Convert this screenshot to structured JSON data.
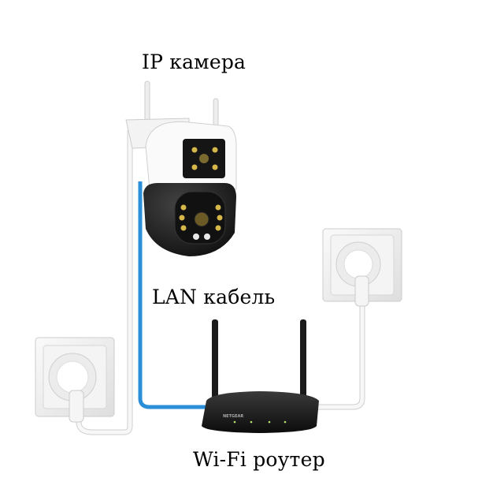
{
  "labels": {
    "camera": "IP камера",
    "cable": "LAN кабель",
    "router": "Wi-Fi роутер"
  },
  "router_brand": "NETGEAR",
  "colors": {
    "lan_cable": "#2a8fd8",
    "power_cable": "#f2f2f2",
    "device_dark": "#1a1a1a"
  }
}
